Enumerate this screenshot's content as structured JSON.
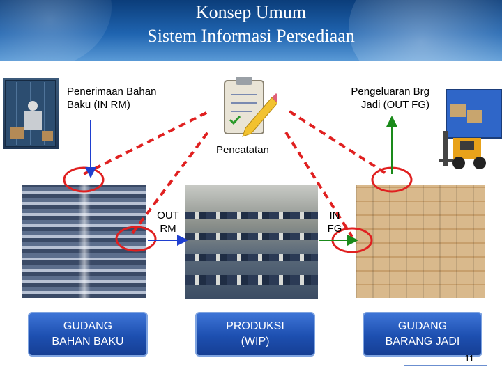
{
  "title": {
    "line1": "Konsep Umum",
    "line2": "Sistem Informasi Persediaan"
  },
  "labels": {
    "receiving_line1": "Penerimaan Bahan",
    "receiving_line2": "Baku (IN RM)",
    "shipping_line1": "Pengeluaran Brg",
    "shipping_line2": "Jadi (OUT FG)",
    "recording": "Pencatatan",
    "out_rm_line1": "OUT",
    "out_rm_line2": "RM",
    "in_fg_line1": "IN",
    "in_fg_line2": "FG"
  },
  "boxes": {
    "raw_material_line1": "GUDANG",
    "raw_material_line2": "BAHAN BAKU",
    "production_line1": "PRODUKSI",
    "production_line2": "(WIP)",
    "finished_goods_line1": "GUDANG",
    "finished_goods_line2": "BARANG JADI"
  },
  "page_number": "11",
  "colors": {
    "header": "#1f64b0",
    "box": "#1d4fb0",
    "dashed_line": "#e02020",
    "arrow_blue": "#1f3fd0",
    "arrow_green": "#1a8a1a"
  },
  "icons": [
    "shipping-container-icon",
    "clipboard-checklist-icon",
    "forklift-truck-icon"
  ]
}
